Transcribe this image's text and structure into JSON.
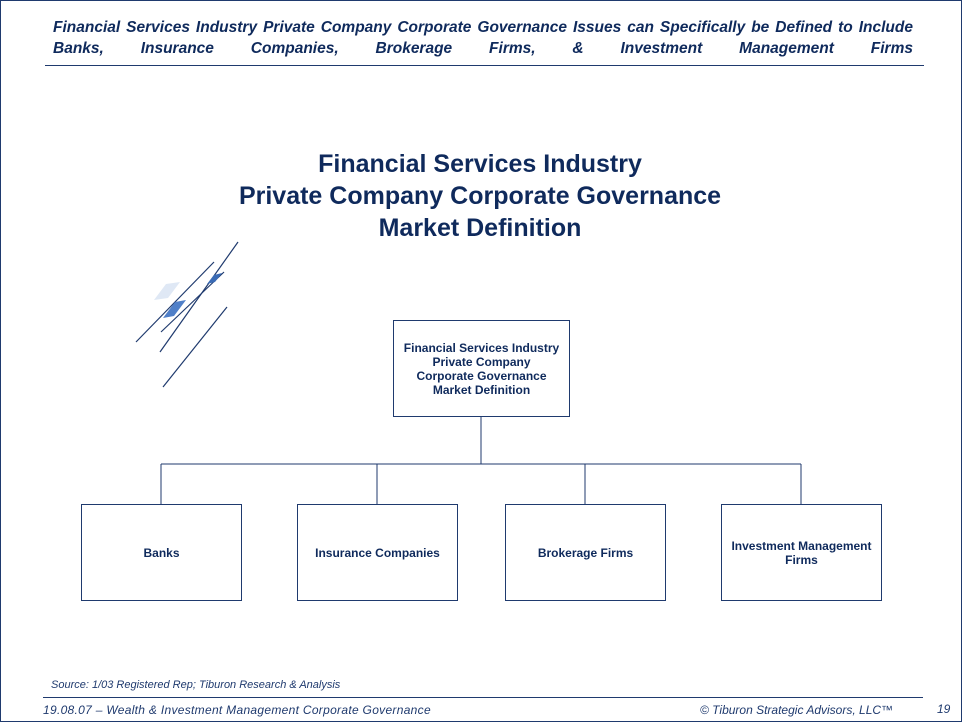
{
  "header": {
    "title": "Financial Services Industry Private Company Corporate Governance Issues can Specifically be Defined to Include Banks, Insurance Companies, Brokerage Firms, & Investment Management Firms"
  },
  "main_title": {
    "line1": "Financial Services Industry",
    "line2": "Private Company Corporate Governance",
    "line3": "Market Definition"
  },
  "org_chart": {
    "root": "Financial  Services Industry\nPrivate Company\nCorporate Governance\nMarket Definition",
    "children": [
      "Banks",
      "Insurance Companies",
      "Brokerage Firms",
      "Investment Management\nFirms"
    ]
  },
  "source": "Source:  1/03 Registered Rep; Tiburon Research & Analysis",
  "footer": {
    "left": "19.08.07 – Wealth & Investment Management  Corporate  Governance",
    "right": "© Tiburon Strategic Advisors, LLC™",
    "page_number": "19"
  },
  "colors": {
    "primary": "#0f2a5c",
    "line": "#1f3a6e",
    "accent_light": "#dfe8f5",
    "accent_mid": "#4f7fc8"
  }
}
